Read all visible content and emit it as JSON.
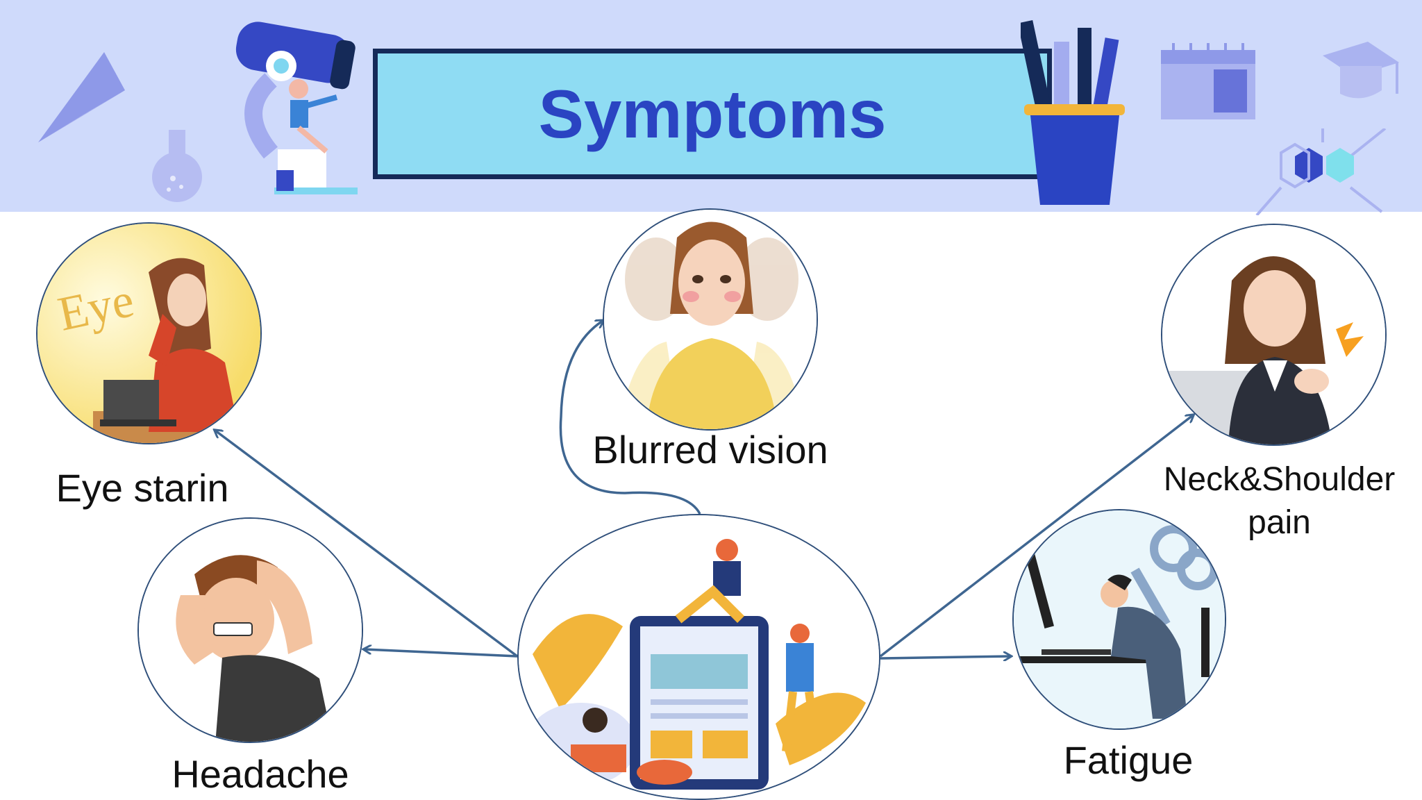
{
  "title": "Symptoms",
  "colors": {
    "banner": "#cfdafb",
    "title_box": "#8fdcf3",
    "title_border": "#152a58",
    "title_text": "#2a44c2",
    "arrow": "#3f6691"
  },
  "center": {
    "icon": "people-using-devices-illustration"
  },
  "symptoms": [
    {
      "label": "Eye starin",
      "icon": "eye-strain-illustration"
    },
    {
      "label": "Blurred vision",
      "icon": "blurred-vision-illustration"
    },
    {
      "label": "Neck&Shoulder",
      "label2": "pain",
      "icon": "neck-shoulder-pain-illustration"
    },
    {
      "label": "Headache",
      "icon": "headache-illustration"
    },
    {
      "label": "Fatigue",
      "icon": "fatigue-illustration"
    }
  ]
}
